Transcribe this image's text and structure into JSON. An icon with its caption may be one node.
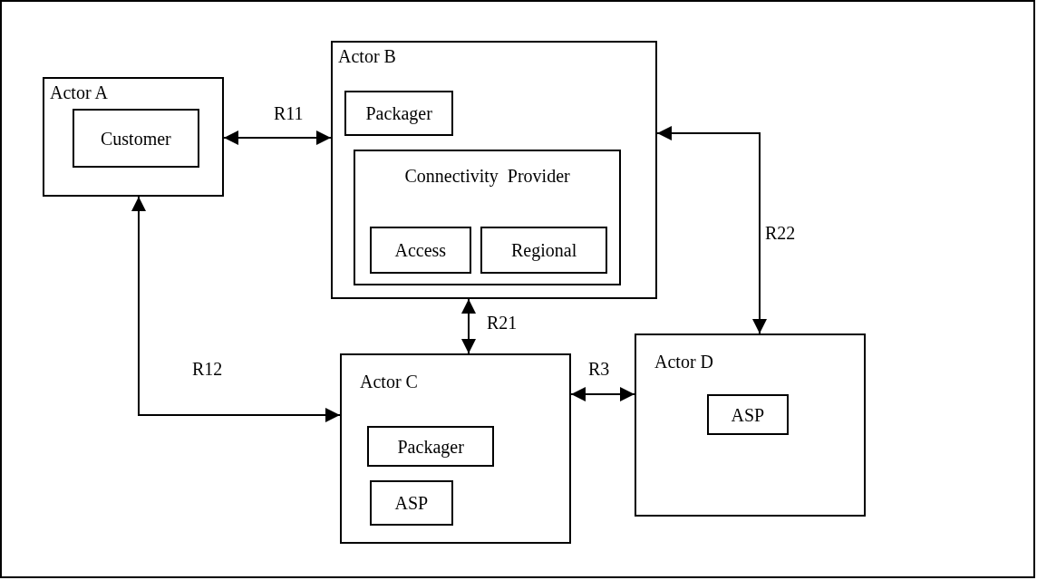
{
  "diagram": {
    "nodes": [
      {
        "text": [
          "Actor A"
        ]
      },
      {
        "text": [
          "Customer"
        ],
        "in": 0
      },
      {
        "text": [
          "Actor B"
        ]
      },
      {
        "text": [
          "Packager"
        ],
        "in": 2
      },
      {
        "text": [
          "Connectivity  Provider"
        ],
        "in": 2
      },
      {
        "text": [
          "Access"
        ],
        "in": 4
      },
      {
        "text": [
          "Regional"
        ],
        "in": 4
      },
      {
        "text": [
          "Actor C"
        ]
      },
      {
        "text": [
          "Packager"
        ],
        "in": 7
      },
      {
        "text": [
          "ASP"
        ],
        "in": 7
      },
      {
        "text": [
          "Actor D"
        ]
      },
      {
        "text": [
          "ASP"
        ],
        "in": 10
      }
    ],
    "edges": [
      {
        "from": 0,
        "to": 2,
        "arrow": "both",
        "label": "R11"
      },
      {
        "from": 0,
        "to": 7,
        "arrow": "both",
        "label": "R12"
      },
      {
        "from": 2,
        "to": 7,
        "arrow": "both",
        "label": "R21"
      },
      {
        "from": 7,
        "to": 10,
        "arrow": "both",
        "label": "R3"
      },
      {
        "from": 2,
        "to": 10,
        "arrow": "both",
        "label": "R22"
      }
    ]
  }
}
